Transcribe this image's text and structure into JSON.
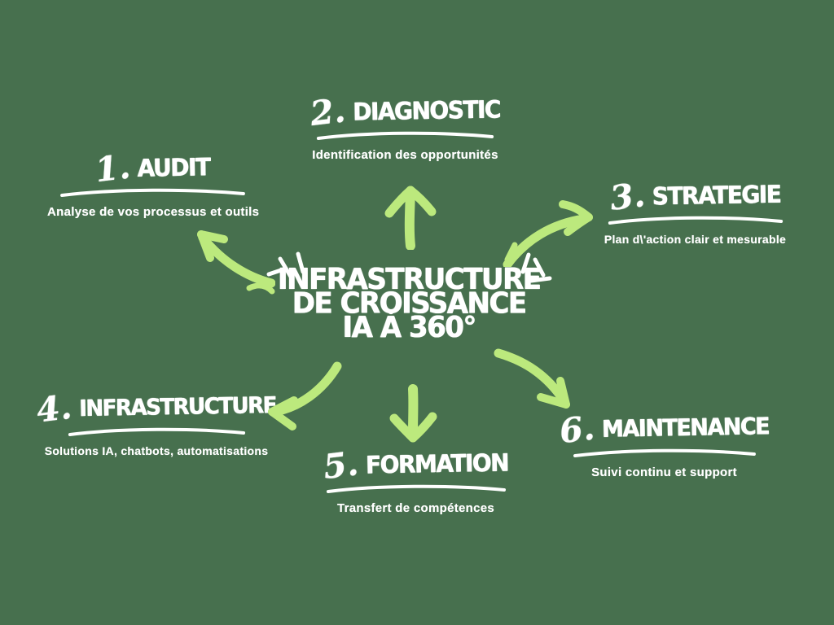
{
  "colors": {
    "background": "#47704E",
    "text": "#FFFFFF",
    "arrow_green": "#BCE97D"
  },
  "center_title": {
    "line1": "INFRASTRUCTURE",
    "line2": "DE CROISSANCE",
    "line3": "IA À 360°"
  },
  "nodes": [
    {
      "number": "1.",
      "title": "AUDIT",
      "subtitle": "Analyse de vos processus et outils"
    },
    {
      "number": "2.",
      "title": "DIAGNOSTIC",
      "subtitle": "Identification des opportunités"
    },
    {
      "number": "3.",
      "title": "STRATEGIE",
      "subtitle": "Plan d\\'action clair et mesurable"
    },
    {
      "number": "4.",
      "title": "INFRASTRUCTURE",
      "subtitle": "Solutions IA, chatbots, automatisations"
    },
    {
      "number": "5.",
      "title": "FORMATION",
      "subtitle": "Transfert de compétences"
    },
    {
      "number": "6.",
      "title": "MAINTENANCE",
      "subtitle": "Suivi continu et support"
    }
  ],
  "icons": [
    {
      "name": "curved-arrow-to-audit-icon",
      "direction": "up-left"
    },
    {
      "name": "straight-arrow-to-diagnostic-icon",
      "direction": "up"
    },
    {
      "name": "curved-arrow-to-strategie-icon",
      "direction": "up-right"
    },
    {
      "name": "curved-arrow-to-infrastructure-icon",
      "direction": "down-left"
    },
    {
      "name": "straight-arrow-to-formation-icon",
      "direction": "down"
    },
    {
      "name": "curved-arrow-to-maintenance-icon",
      "direction": "down-right"
    },
    {
      "name": "sparkle-emphasis-icon",
      "direction": "around-center-title"
    }
  ]
}
